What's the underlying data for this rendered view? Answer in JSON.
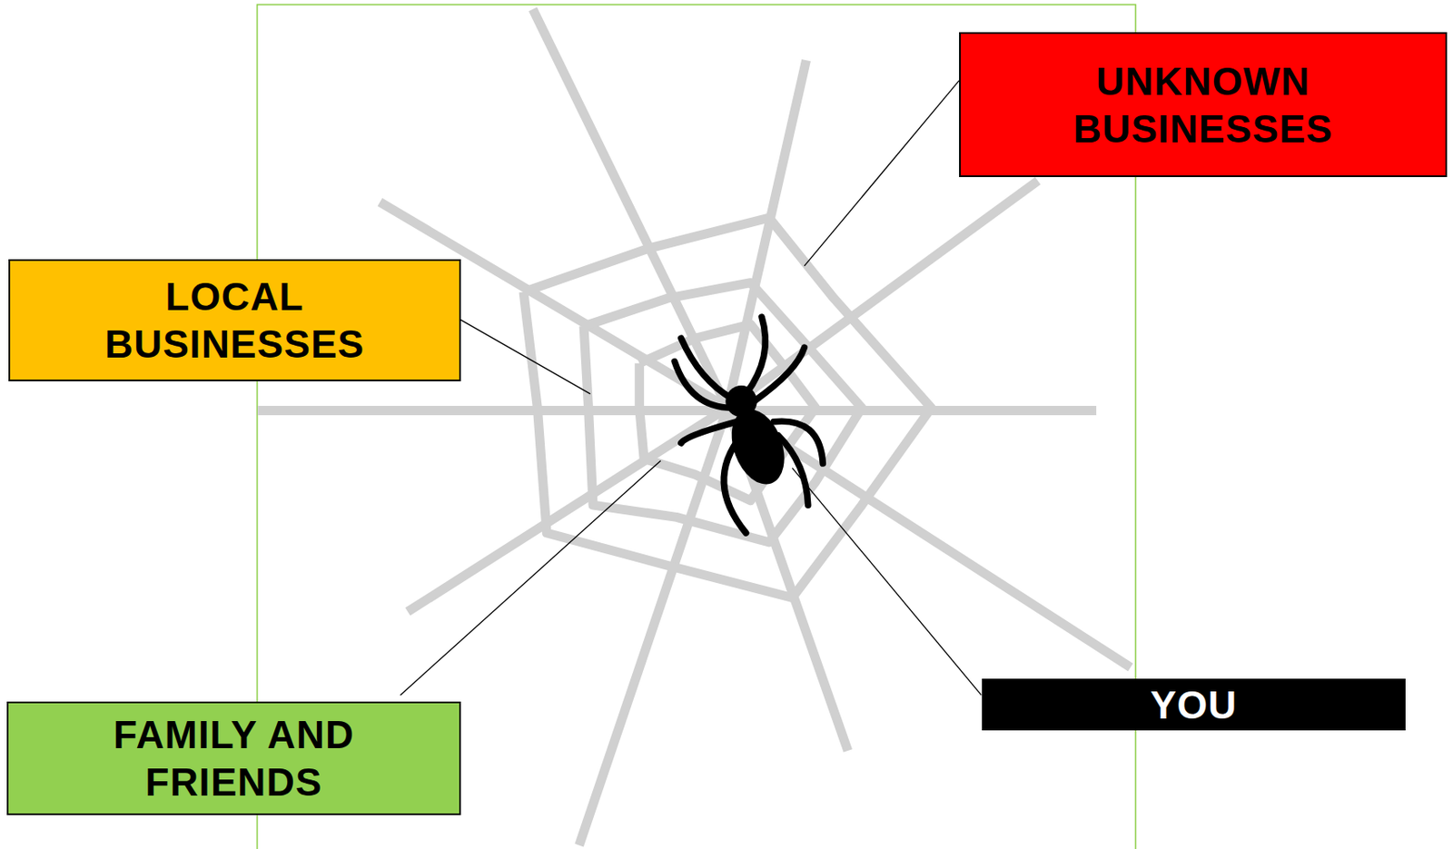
{
  "diagram": {
    "nodes": [
      {
        "text": [
          "UNKNOWN BUSINESSES"
        ]
      },
      {
        "text": [
          "LOCAL BUSINESSES"
        ]
      },
      {
        "text": [
          "FAMILY AND FRIENDS"
        ]
      },
      {
        "text": [
          "YOU"
        ]
      }
    ]
  }
}
